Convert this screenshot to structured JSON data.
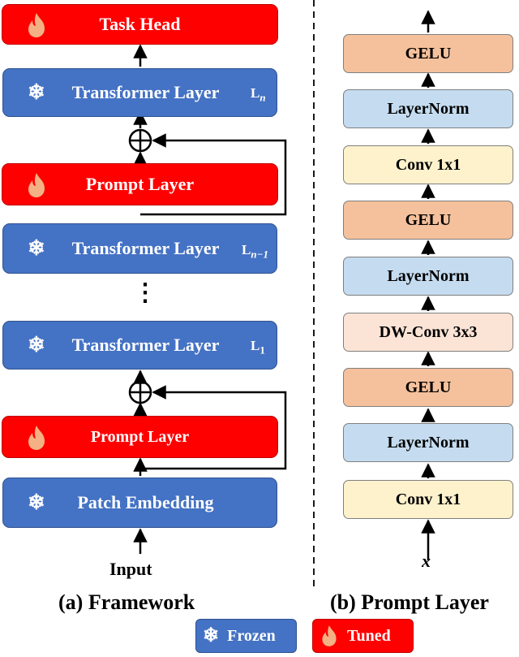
{
  "framework": {
    "task_head": "Task Head",
    "transformer_label": "Transformer Layer",
    "prompt_label": "Prompt Layer",
    "patch_embedding": "Patch Embedding",
    "layer_n": "L",
    "layer_n_sub": "n",
    "layer_n1": "L",
    "layer_n1_sub": "n−1",
    "layer_1": "L",
    "layer_1_sub": "1",
    "ellipsis": "⋮",
    "input": "Input",
    "caption": "(a) Framework"
  },
  "prompt_layer": {
    "blocks": [
      "GELU",
      "LayerNorm",
      "Conv 1x1",
      "GELU",
      "LayerNorm",
      "DW-Conv 3x3",
      "GELU",
      "LayerNorm",
      "Conv 1x1"
    ],
    "input_symbol": "x",
    "caption": "(b) Prompt Layer"
  },
  "legend": {
    "frozen": "Frozen",
    "tuned": "Tuned"
  },
  "colors": {
    "frozen_blue": "#4472c4",
    "tuned_red": "#ff0000",
    "gelu": "#f5c19c",
    "layernorm": "#c5dcf0",
    "conv": "#fdf2cc",
    "dwconv": "#fbe4d6"
  }
}
